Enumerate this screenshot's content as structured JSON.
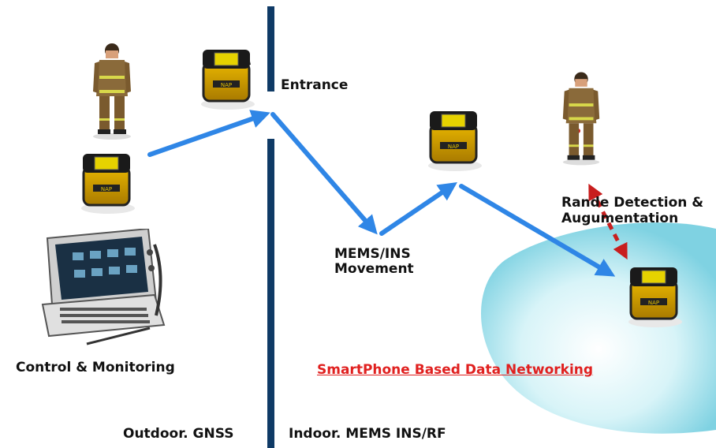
{
  "labels": {
    "entrance": "Entrance",
    "control_monitoring": "Control & Monitoring",
    "mems_ins_movement_1": "MEMS/INS",
    "mems_ins_movement_2": "Movement",
    "range_detection_1": "Rande Detection &",
    "range_detection_2": "Augumentation",
    "smartphone_networking": "SmartPhone Based Data Networking",
    "outdoor": "Outdoor. GNSS",
    "indoor": "Indoor. MEMS INS/RF"
  },
  "device_tag": "NAP",
  "colors": {
    "arrow_blue": "#2f86e6",
    "divider_navy": "#0f3a66",
    "dashed_red": "#c81e1e",
    "highlight_red": "#e0201f",
    "zone_cyan": "#aee5ef"
  }
}
